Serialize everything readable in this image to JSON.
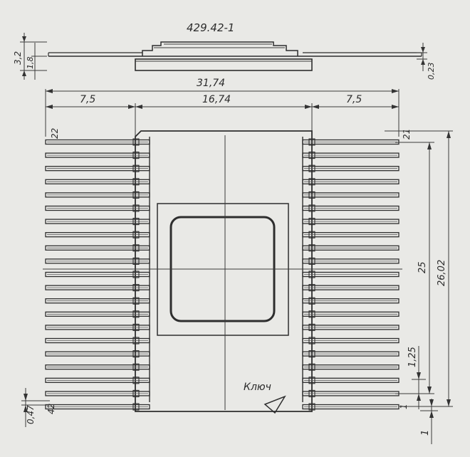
{
  "title": "429.42-1",
  "dimensions": {
    "total_width": "31,74",
    "lead_span_left": "7,5",
    "body_width": "16,74",
    "lead_span_right": "7,5",
    "height_total": "3,2",
    "height_body": "1,8",
    "lid_thickness": "0,23",
    "length_total": "26,02",
    "pin_span": "25",
    "pitch": "1,25",
    "pin_width": "0,47",
    "pin_offset": "1"
  },
  "pin_labels": {
    "top_left": "22",
    "top_right": "21",
    "bottom_left": "42",
    "bottom_right": "1"
  },
  "key_label": "Ключ",
  "pin_count_per_side": 21
}
